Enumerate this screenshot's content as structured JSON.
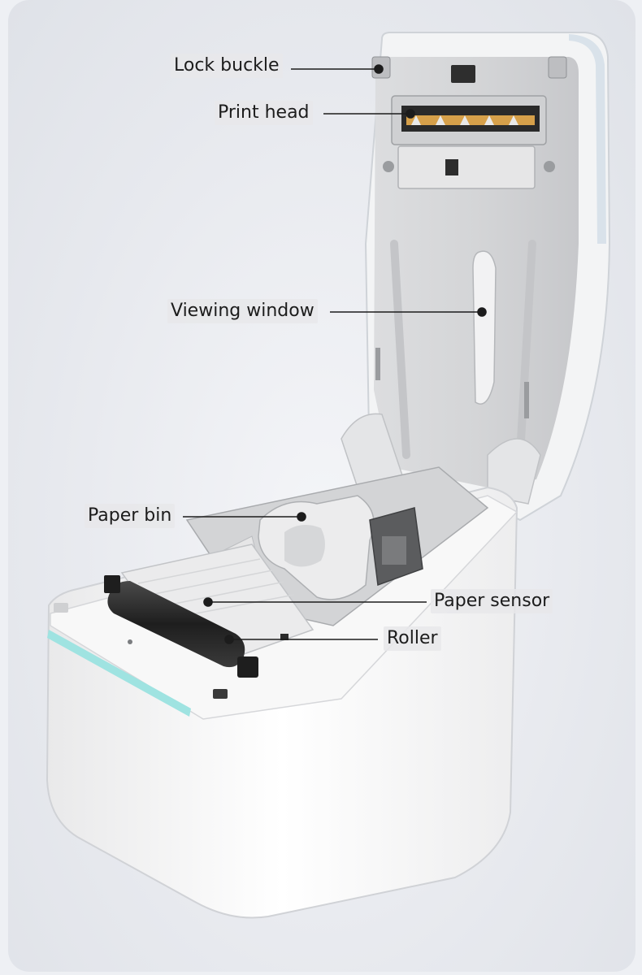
{
  "callouts": {
    "lock_buckle": "Lock buckle",
    "print_head": "Print head",
    "viewing_window": "Viewing window",
    "paper_bin": "Paper bin",
    "paper_sensor": "Paper sensor",
    "roller": "Roller"
  },
  "colors": {
    "background": "#eef0f4",
    "printer_body": "#f7f7f7",
    "interior": "#d9dadb",
    "accent_light": "#9fe3e1",
    "roller": "#2b2b2b",
    "print_head_elements": "#d6a04a"
  }
}
